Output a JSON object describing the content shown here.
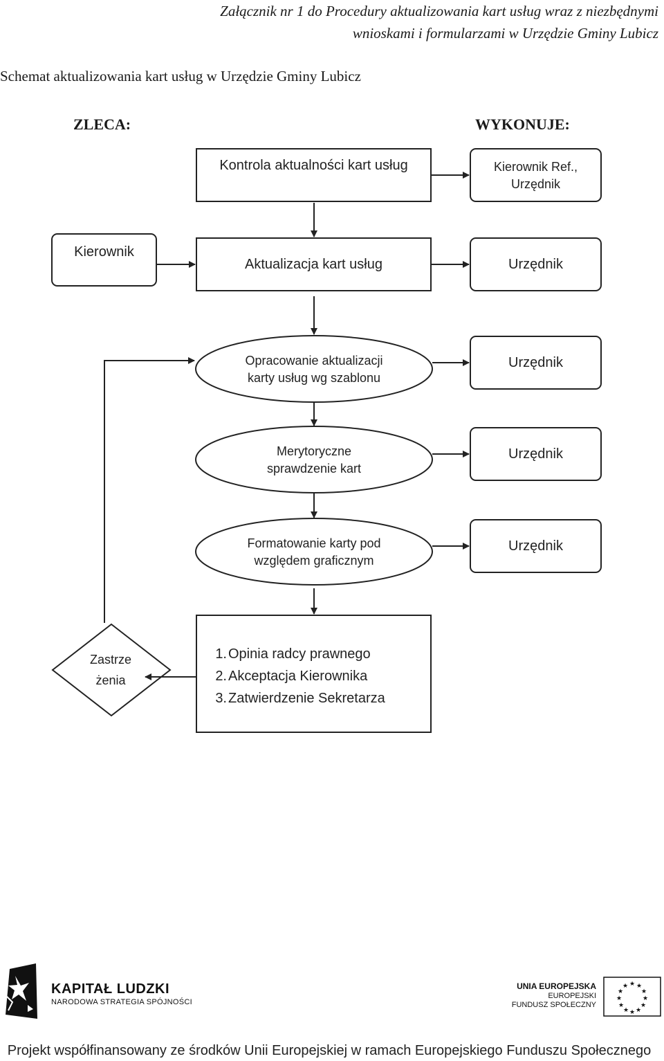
{
  "header": {
    "attachment_line1": "Załącznik nr 1 do Procedury aktualizowania kart usług wraz z niezbędnymi",
    "attachment_line2": "wnioskami i formularzami w Urzędzie Gminy Lubicz",
    "schema_title": "Schemat aktualizowania kart usług w Urzędzie Gminy Lubicz"
  },
  "columns": {
    "zleca": "ZLECA:",
    "wykonuje": "WYKONUJE:"
  },
  "nodes": {
    "kontrola": "Kontrola aktualności kart usług",
    "kierownik_ref": "Kierownik Ref.,\nUrzędnik",
    "kierownik": "Kierownik",
    "aktualizacja": "Aktualizacja kart usług",
    "urzednik_1": "Urzędnik",
    "opracowanie": "Opracowanie aktualizacji\nkarty usług wg szablonu",
    "urzednik_2": "Urzędnik",
    "merytoryczne": "Merytoryczne\nsprawdzenie kart",
    "urzednik_3": "Urzędnik",
    "formatowanie": "Formatowanie karty pod\nwzględem graficznym",
    "urzednik_4": "Urzędnik",
    "zastrzezenia": "Zastrze\nżenia"
  },
  "steps": [
    {
      "num": "1.",
      "text": "Opinia radcy prawnego"
    },
    {
      "num": "2.",
      "text": "Akceptacja Kierownika"
    },
    {
      "num": "3.",
      "text": "Zatwierdzenie Sekretarza"
    }
  ],
  "logos": {
    "kapital_title": "KAPITAŁ LUDZKI",
    "kapital_sub": "NARODOWA STRATEGIA SPÓJNOŚCI",
    "eu_line1": "UNIA EUROPEJSKA",
    "eu_line2": "EUROPEJSKI",
    "eu_line3": "FUNDUSZ SPOŁECZNY"
  },
  "footer": "Projekt współfinansowany ze środków Unii Europejskiej w ramach Europejskiego Funduszu Społecznego"
}
